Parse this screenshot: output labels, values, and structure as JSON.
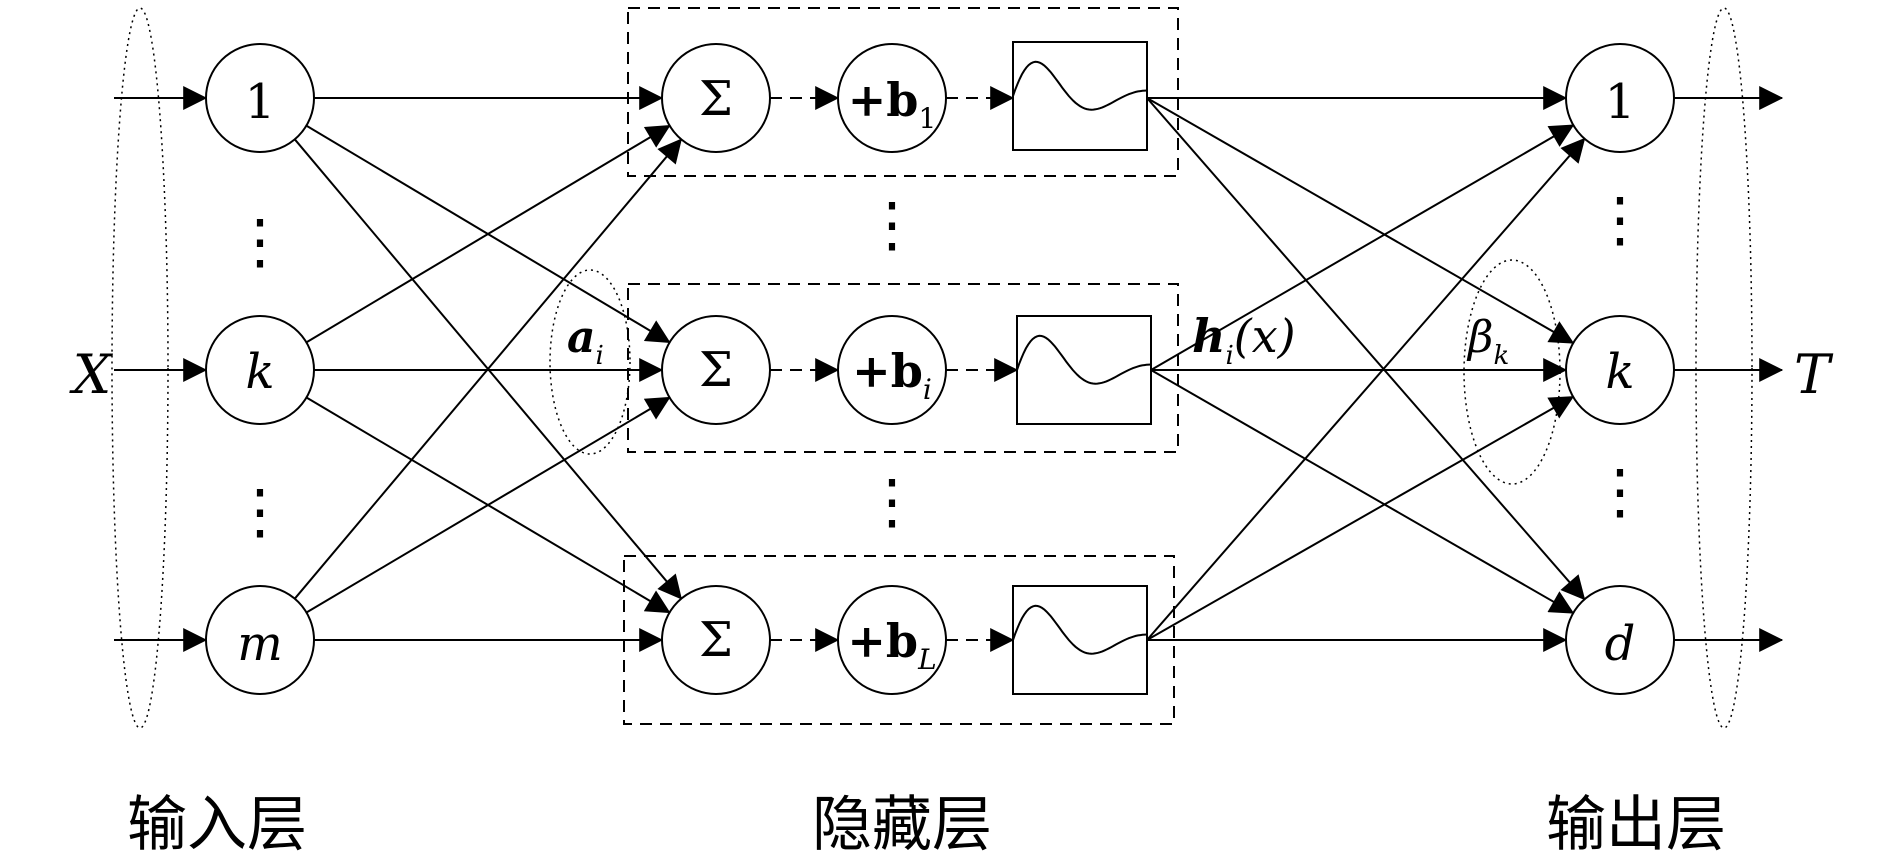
{
  "input_layer": {
    "label": "输入层",
    "node_labels": [
      "1",
      "k",
      "m"
    ],
    "vector_label": "X"
  },
  "hidden_layer": {
    "label": "隐藏层",
    "sum_symbol": "Σ",
    "neurons": [
      {
        "bias_label": "+b",
        "bias_index": "1"
      },
      {
        "bias_label": "+b",
        "bias_index": "i"
      },
      {
        "bias_label": "+b",
        "bias_index": "L"
      }
    ],
    "weight_label": "a",
    "weight_index": "i",
    "output_label": "h",
    "output_index": "i",
    "output_arg": "(x)"
  },
  "output_layer": {
    "label": "输出层",
    "node_labels": [
      "1",
      "k",
      "d"
    ],
    "weight_label": "β",
    "weight_index": "k",
    "vector_label": "T"
  },
  "ellipsis_glyph": "⋮",
  "colors": {
    "stroke": "#000000",
    "background": "#ffffff"
  }
}
